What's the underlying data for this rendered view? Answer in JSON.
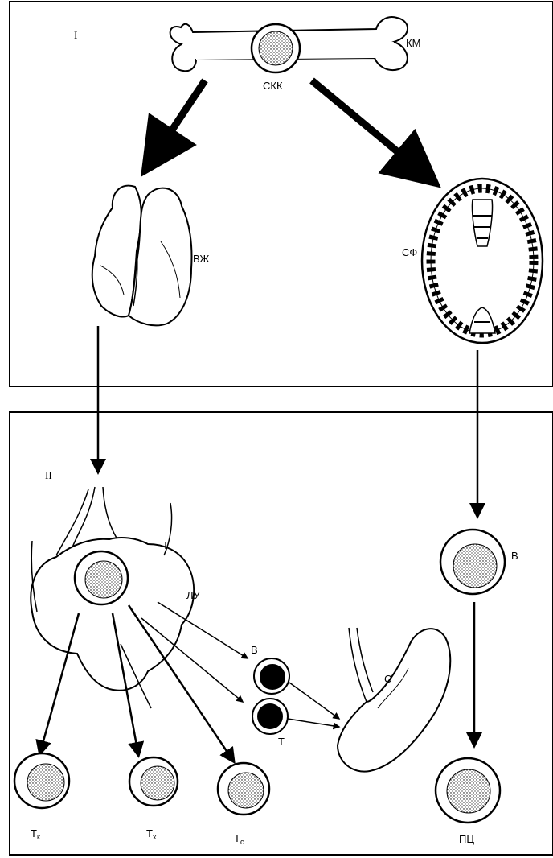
{
  "panels": {
    "top": {
      "numeral": "I"
    },
    "bottom": {
      "numeral": "II"
    }
  },
  "labels": {
    "bone": "КМ",
    "stem_cell": "СКК",
    "thymus": "ВЖ",
    "bursa": "СФ",
    "thymus_t": "Т",
    "lymph_node": "ЛУ",
    "b_cell_right": "В",
    "b_cell_small": "В",
    "t_cell_small": "Т",
    "spleen": "С",
    "plasma_cell": "ПЦ"
  },
  "cells": {
    "tk": {
      "base": "Т",
      "sub": "к"
    },
    "tx": {
      "base": "Т",
      "sub": "х"
    },
    "tc": {
      "base": "Т",
      "sub": "с"
    }
  },
  "colors": {
    "ink": "#000000",
    "paper": "#ffffff"
  }
}
